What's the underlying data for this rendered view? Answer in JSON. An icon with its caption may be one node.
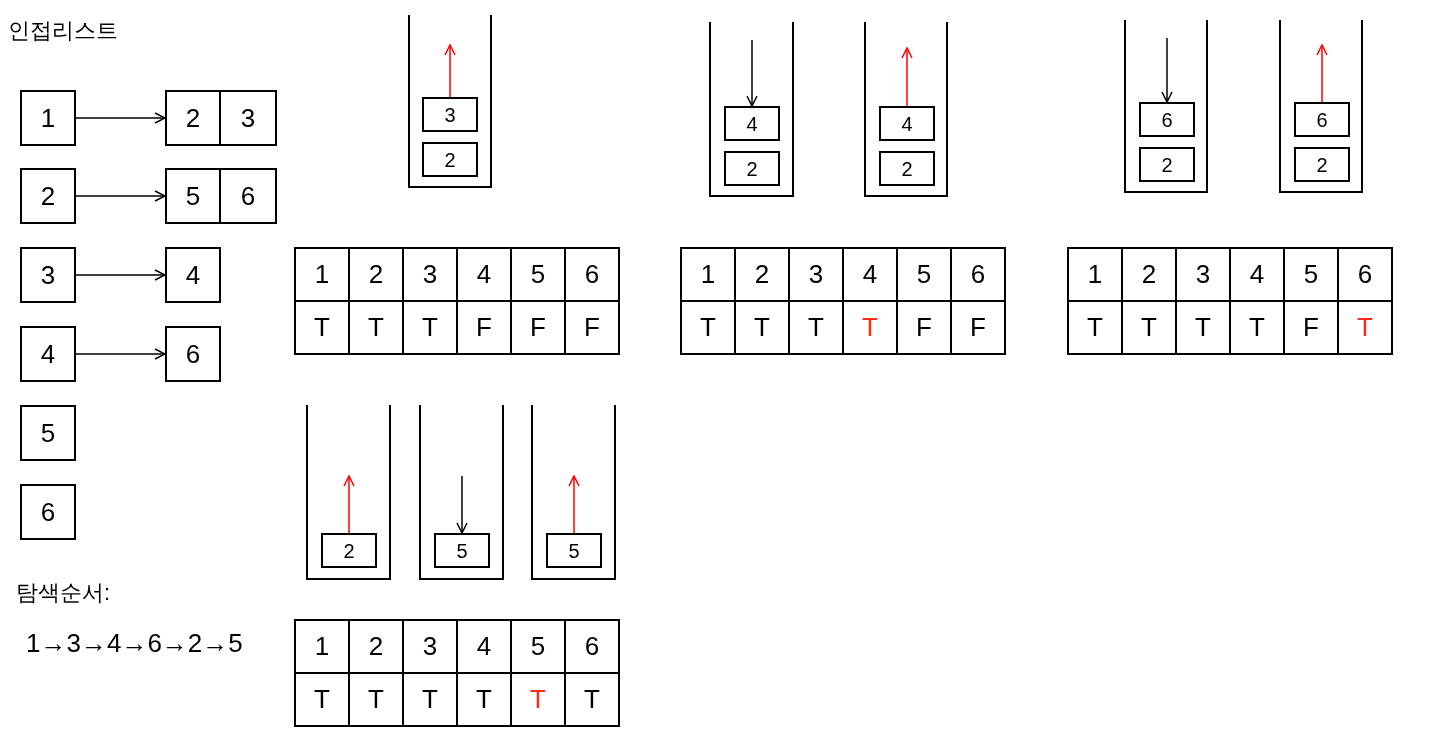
{
  "diagram": {
    "title": "인접리스트",
    "nodes": [
      {
        "text": [
          "1"
        ]
      },
      {
        "text": [
          "2"
        ]
      },
      {
        "text": [
          "3"
        ]
      },
      {
        "text": [
          "2"
        ]
      },
      {
        "text": [
          "5"
        ]
      },
      {
        "text": [
          "6"
        ]
      },
      {
        "text": [
          "3"
        ]
      },
      {
        "text": [
          "4"
        ]
      },
      {
        "text": [
          "4"
        ]
      },
      {
        "text": [
          "6"
        ]
      },
      {
        "text": [
          "5"
        ]
      },
      {
        "text": [
          "6"
        ]
      },
      {
        "text": [],
        "shape": "box"
      },
      {
        "text": [
          "3"
        ],
        "in": 12
      },
      {
        "text": [
          "2"
        ],
        "in": 12
      },
      {
        "text": [],
        "shape": "box"
      },
      {
        "text": [
          "4"
        ],
        "in": 15
      },
      {
        "text": [
          "2"
        ],
        "in": 15
      },
      {
        "text": [],
        "shape": "box"
      },
      {
        "text": [
          "4"
        ],
        "in": 18
      },
      {
        "text": [
          "2"
        ],
        "in": 18
      },
      {
        "text": [],
        "shape": "box"
      },
      {
        "text": [
          "6"
        ],
        "in": 21
      },
      {
        "text": [
          "2"
        ],
        "in": 21
      },
      {
        "text": [],
        "shape": "box"
      },
      {
        "text": [
          "6"
        ],
        "in": 24
      },
      {
        "text": [
          "2"
        ],
        "in": 24
      },
      {
        "text": [],
        "shape": "box"
      },
      {
        "text": [
          "2"
        ],
        "in": 27
      },
      {
        "text": [],
        "shape": "box"
      },
      {
        "text": [
          "5"
        ],
        "in": 29
      },
      {
        "text": [],
        "shape": "box"
      },
      {
        "text": [
          "5"
        ],
        "in": 31
      }
    ],
    "edges": [
      {
        "from": 0,
        "to": 1,
        "arrow": "to"
      },
      {
        "from": 3,
        "to": 4,
        "arrow": "to"
      },
      {
        "from": 6,
        "to": 7,
        "arrow": "to"
      },
      {
        "from": 8,
        "to": 9,
        "arrow": "to"
      },
      {
        "from": 13,
        "to": null,
        "arrow": "to",
        "color": "#ff0000"
      },
      {
        "from": null,
        "to": 16,
        "arrow": "to"
      },
      {
        "from": 19,
        "to": null,
        "arrow": "to",
        "color": "#ff0000"
      },
      {
        "from": null,
        "to": 22,
        "arrow": "to"
      },
      {
        "from": 25,
        "to": null,
        "arrow": "to",
        "color": "#ff0000"
      },
      {
        "from": 28,
        "to": null,
        "arrow": "to",
        "color": "#ff0000"
      },
      {
        "from": null,
        "to": 30,
        "arrow": "to"
      },
      {
        "from": 32,
        "to": null,
        "arrow": "to",
        "color": "#ff0000"
      }
    ],
    "labels": [
      "1",
      "2",
      "3",
      "4",
      "5",
      "6",
      "T",
      "T",
      "T",
      "F",
      "F",
      "F",
      "1",
      "2",
      "3",
      "4",
      "5",
      "6",
      "T",
      "T",
      "T",
      "T",
      "F",
      "F",
      "1",
      "2",
      "3",
      "4",
      "5",
      "6",
      "T",
      "T",
      "T",
      "T",
      "F",
      "T",
      "탐색순서:",
      "1→3→4→6→2→5",
      "1",
      "2",
      "3",
      "4",
      "5",
      "6",
      "T",
      "T",
      "T",
      "T",
      "T",
      "T"
    ]
  }
}
